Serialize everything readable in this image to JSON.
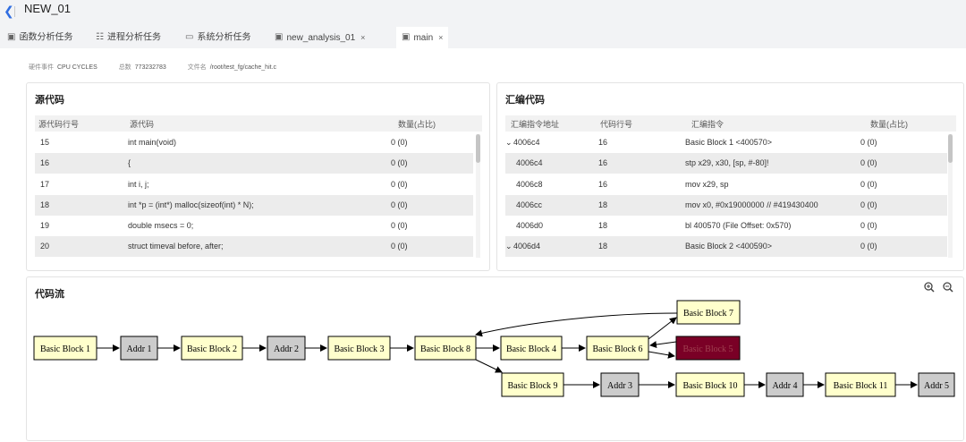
{
  "header": {
    "title": "NEW_01",
    "back_icon": "chevron-left-icon"
  },
  "tabs": [
    {
      "label": "函数分析任务",
      "icon": "function-icon"
    },
    {
      "label": "进程分析任务",
      "icon": "hierarchy-icon"
    },
    {
      "label": "系统分析任务",
      "icon": "monitor-icon"
    },
    {
      "label": "new_analysis_01",
      "icon": "analysis-icon",
      "close": "×"
    },
    {
      "label": "main",
      "icon": "analysis-icon",
      "close": "×",
      "active": true
    }
  ],
  "info": {
    "event_label": "硬件事件",
    "event_value": "CPU CYCLES",
    "total_label": "总数",
    "total_value": "773232783",
    "file_label": "文件名",
    "file_value": "/root/test_fg/cache_hit.c"
  },
  "source_panel": {
    "title": "源代码",
    "columns": [
      "源代码行号",
      "源代码",
      "数量(占比)"
    ],
    "rows": [
      [
        "15",
        "int main(void)",
        "0 (0)"
      ],
      [
        "16",
        "{",
        "0 (0)"
      ],
      [
        "17",
        "int i, j;",
        "0 (0)"
      ],
      [
        "18",
        "int *p = (int*) malloc(sizeof(int) * N);",
        "0 (0)"
      ],
      [
        "19",
        "double msecs = 0;",
        "0 (0)"
      ],
      [
        "20",
        "struct timeval before, after;",
        "0 (0)"
      ]
    ]
  },
  "asm_panel": {
    "title": "汇编代码",
    "columns": [
      "汇编指令地址",
      "代码行号",
      "汇编指令",
      "数量(占比)"
    ],
    "rows": [
      [
        "4006c4",
        "16",
        "Basic Block 1 <400570>",
        "0 (0)"
      ],
      [
        "4006c4",
        "16",
        "stp x29, x30, [sp, #-80]!",
        "0 (0)"
      ],
      [
        "4006c8",
        "16",
        "mov x29, sp",
        "0 (0)"
      ],
      [
        "4006cc",
        "18",
        "mov x0, #0x19000000 // #419430400",
        "0 (0)"
      ],
      [
        "4006d0",
        "18",
        "bl 400570 (File Offset: 0x570)",
        "0 (0)"
      ],
      [
        "4006d4",
        "18",
        "Basic Block 2 <400590>",
        "0 (0)"
      ]
    ],
    "expand_icon": "chevron-down-icon"
  },
  "flow_panel": {
    "title": "代码流",
    "zoom_in_icon": "zoom-in-icon",
    "zoom_out_icon": "zoom-out-icon",
    "nodes": {
      "bb1": "Basic Block 1",
      "addr1": "Addr 1",
      "bb2": "Basic Block 2",
      "addr2": "Addr 2",
      "bb3": "Basic Block 3",
      "bb8": "Basic Block 8",
      "bb4": "Basic Block 4",
      "bb6": "Basic Block 6",
      "bb5": "Basic Block 5",
      "bb7": "Basic Block 7",
      "bb9": "Basic Block 9",
      "addr3": "Addr 3",
      "bb10": "Basic Block 10",
      "addr4": "Addr 4",
      "bb11": "Basic Block 11",
      "addr5": "Addr 5"
    },
    "colors": {
      "block": "#ffffcc",
      "addr": "#cccccc",
      "hot": "#7a0026"
    }
  }
}
